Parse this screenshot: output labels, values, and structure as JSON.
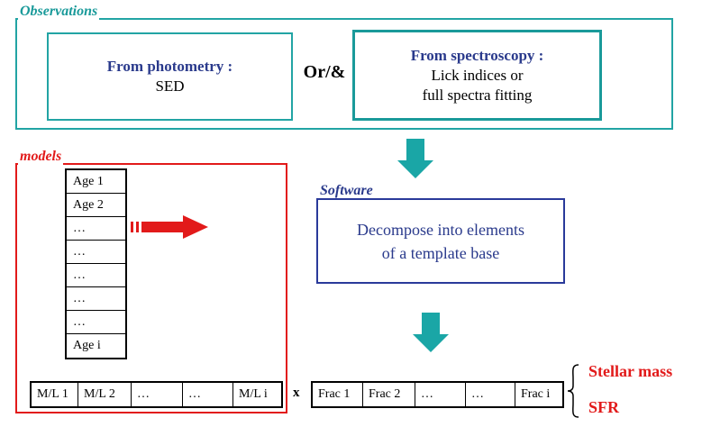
{
  "observations": {
    "label": "Observations",
    "photometry": {
      "title": "From photometry :",
      "line1": "SED"
    },
    "connector": "Or/&",
    "spectroscopy": {
      "title": "From spectroscopy :",
      "line1": "Lick indices or",
      "line2": "full spectra fitting"
    }
  },
  "models": {
    "label": "models",
    "ages": [
      "Age 1",
      "Age 2",
      "…",
      "…",
      "…",
      "…",
      "…",
      "Age i"
    ],
    "ml_row": [
      "M/L 1",
      "M/L 2",
      "…",
      "…",
      "M/L i"
    ]
  },
  "software": {
    "label": "Software",
    "line1": "Decompose into elements",
    "line2": "of a template base"
  },
  "result": {
    "times": "x",
    "frac_row": [
      "Frac 1",
      "Frac 2",
      "…",
      "…",
      "Frac i"
    ],
    "outputs": [
      "Stellar mass",
      "SFR"
    ]
  },
  "colors": {
    "teal": "#1a9a9a",
    "red": "#e21a1a",
    "navy": "#2a3a8c"
  },
  "icons": [
    "down-arrow-icon",
    "right-arrow-icon",
    "brace-icon"
  ]
}
